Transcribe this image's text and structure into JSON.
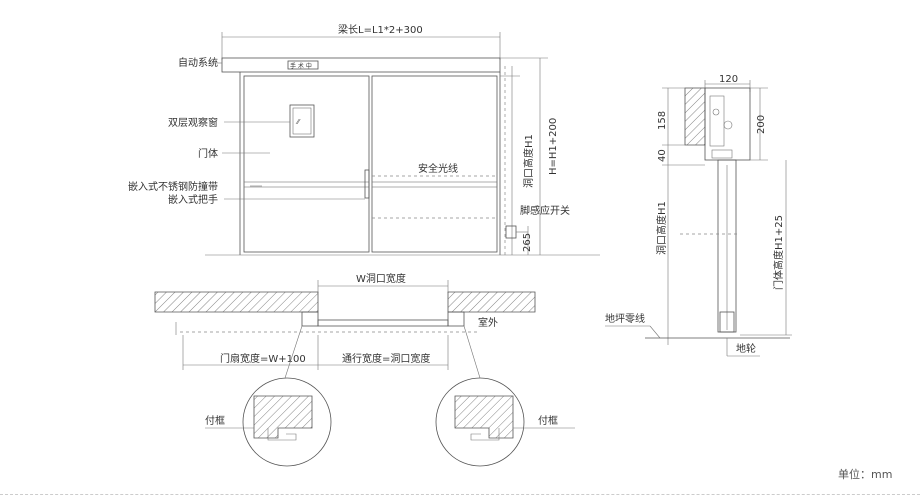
{
  "front_view": {
    "beam_length": "梁长L=L1*2+300",
    "auto_system": "自动系统",
    "panel_badge": "手 术 中",
    "window": "双层观察窗",
    "door_body": "门体",
    "bumper": "嵌入式不锈钢防撞带",
    "handle": "嵌入式把手",
    "light_curtain": "安全光线",
    "foot_sensor": "脚感应开关",
    "opening_height": "洞口高度H1",
    "total_height": "H=H1+200",
    "sensor_height": "265"
  },
  "plan_view": {
    "opening_width": "W洞口宽度",
    "outside": "室外",
    "leaf_width": "门扇宽度=W+100",
    "pass_width": "通行宽度=洞口宽度",
    "frame_left": "付框",
    "frame_right": "付框"
  },
  "side_view": {
    "top_width": "120",
    "dim_158": "158",
    "dim_200": "200",
    "dim_40": "40",
    "opening_height": "洞口高度H1",
    "door_height": "门体高度H1+25",
    "floor_line": "地坪零线",
    "ground_wheel": "地轮"
  },
  "unit": "单位：mm"
}
